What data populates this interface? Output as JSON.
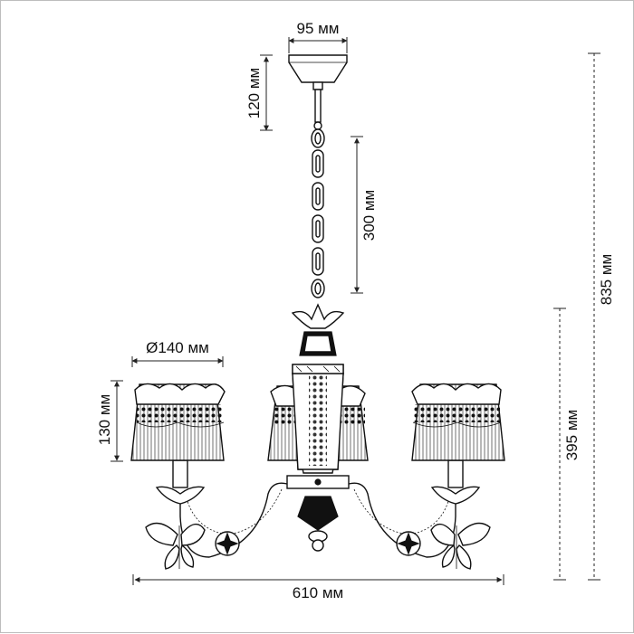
{
  "dimensions": {
    "canopy_width": "95 мм",
    "canopy_height": "120 мм",
    "chain_length": "300 мм",
    "total_height": "835 мм",
    "body_height": "395 мм",
    "shade_diameter": "Ø140 мм",
    "shade_height": "130 мм",
    "total_width": "610 мм"
  },
  "colors": {
    "ink": "#111111",
    "frame": "#bdbdbd"
  }
}
